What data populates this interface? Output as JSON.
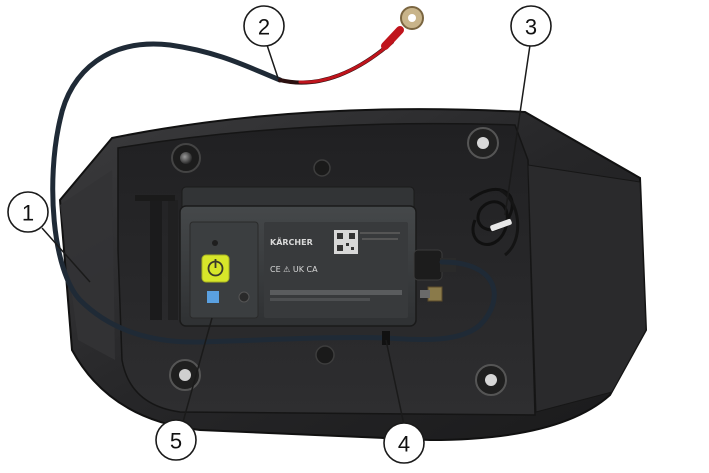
{
  "device": {
    "brand_text": "KÄRCHER",
    "marking_text": "CE ⚠ UK CA"
  },
  "callouts": [
    {
      "id": "1",
      "label": "1"
    },
    {
      "id": "2",
      "label": "2"
    },
    {
      "id": "3",
      "label": "3"
    },
    {
      "id": "4",
      "label": "4"
    },
    {
      "id": "5",
      "label": "5"
    }
  ],
  "colors": {
    "housing": "#2b2b2d",
    "device": "#3a3c3e",
    "cable": "#1f2a36",
    "red_wire": "#c0141c",
    "power_button": "#d7e62a",
    "blue_button": "#5aa0e0",
    "background": "#ffffff"
  },
  "icons": [
    "power-icon",
    "qr-code-icon",
    "ce-mark-icon",
    "ring-terminal-icon"
  ]
}
